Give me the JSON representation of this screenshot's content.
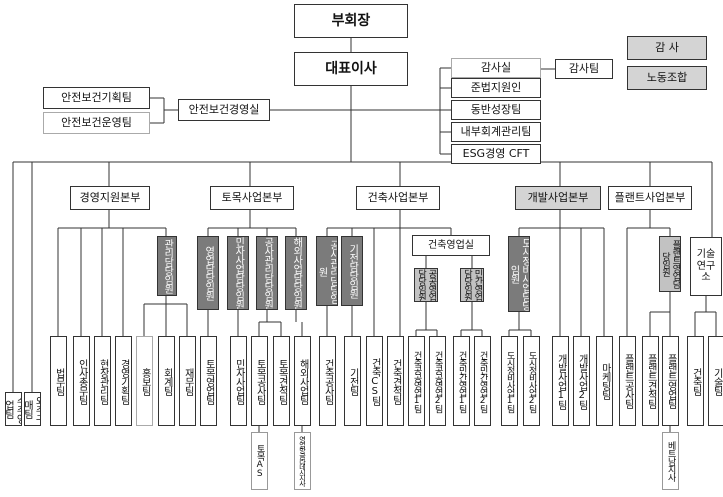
{
  "top": {
    "vice_chairman": "부회장",
    "ceo": "대표이사",
    "audit_committee": "감   사",
    "labor_union": "노동조합"
  },
  "staff": {
    "audit": "감사실",
    "audit_team": "감사팀",
    "compliance": "준법지원인",
    "growth": "동반성장팀",
    "internal_accounting": "내부회계관리팀",
    "esg": "ESG경영 CFT"
  },
  "safety": {
    "office": "안전보건경영실",
    "planning": "안전보건기획팀",
    "operation": "안전보건운영팀"
  },
  "direct": {
    "order": "수주영업팀",
    "procurement": "외주구매팀"
  },
  "divisions": {
    "management": {
      "name": "경영지원본부",
      "officer": "관리담당임원",
      "teams": [
        "법무팀",
        "인사총무팀",
        "현장관리팀",
        "경영기획팀"
      ],
      "sub_teams": [
        "홍보팀",
        "회계팀",
        "재무팀"
      ]
    },
    "civil": {
      "name": "토목사업본부",
      "officers": [
        "영업담당임원",
        "민자사업담당임원",
        "공사관리담당임원",
        "해외사업담당임원"
      ],
      "teams": [
        "토목영업팀",
        "민자사업팀",
        "토목공사팀",
        "토목견적팀",
        "해외사업팀"
      ],
      "notes": [
        "토목AS",
        "영업방글라데시지사"
      ]
    },
    "architecture": {
      "name": "건축사업본부",
      "officers": [
        "공사관리담당임원",
        "기전담당임원"
      ],
      "sales_office": "건축영업실",
      "sales_officers": [
        "공공영업담당임원",
        "민간영업담당임원"
      ],
      "teams": [
        "건축공사팀",
        "기전팀",
        "건축CS팀",
        "건축견적팀",
        "건축공공영업1팀",
        "건축공공영업2팀",
        "건축민간영업1팀",
        "건축민간영업2팀"
      ]
    },
    "development": {
      "name": "개발사업본부",
      "officer": "도시정비사업담당임원",
      "teams": [
        "도시정비사업1팀",
        "도시정비사업2팀",
        "개발사업1팀",
        "개발사업2팀",
        "마케팅팀"
      ]
    },
    "plant": {
      "name": "플랜트사업본부",
      "officer": "플랜트영업담당임원",
      "institute": "기술연구소",
      "teams": [
        "플랜트공사팀",
        "플랜트견적팀",
        "플랜트영업팀",
        "건축팀",
        "기술팀"
      ],
      "notes": [
        "베트남지사"
      ]
    }
  }
}
